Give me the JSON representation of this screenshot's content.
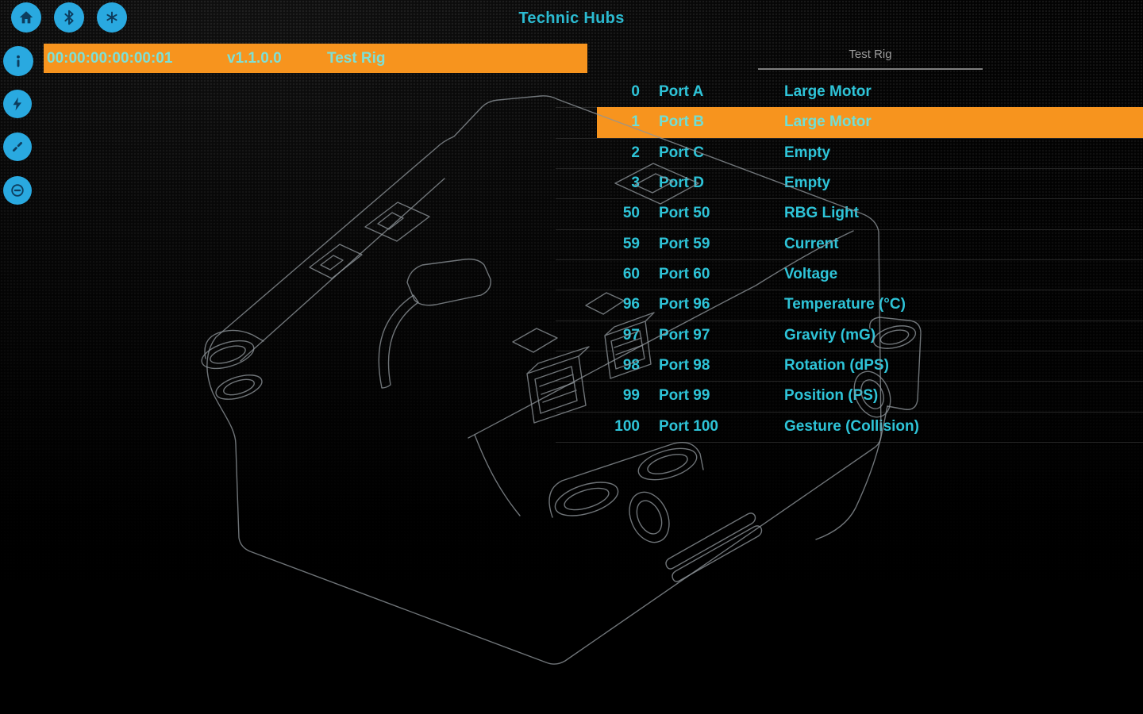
{
  "title": "Technic Hubs",
  "topbar": {
    "icons": [
      {
        "name": "home-icon"
      },
      {
        "name": "bluetooth-icon"
      },
      {
        "name": "settings-icon"
      }
    ]
  },
  "device_banner": {
    "mac": "00:00:00:00:00:01",
    "version": "v1.1.0.0",
    "name": "Test Rig"
  },
  "sidebar": {
    "icons": [
      {
        "name": "info-icon"
      },
      {
        "name": "power-bolt-icon"
      },
      {
        "name": "wrench-icon"
      },
      {
        "name": "disconnect-minus-icon"
      }
    ]
  },
  "hub_panel": {
    "header": "Test Rig",
    "ports": [
      {
        "id": "0",
        "label": "Port A",
        "value": "Large Motor",
        "selected": false
      },
      {
        "id": "1",
        "label": "Port B",
        "value": "Large Motor",
        "selected": true
      },
      {
        "id": "2",
        "label": "Port C",
        "value": "Empty",
        "selected": false
      },
      {
        "id": "3",
        "label": "Port D",
        "value": "Empty",
        "selected": false
      },
      {
        "id": "50",
        "label": "Port 50",
        "value": "RBG Light",
        "selected": false
      },
      {
        "id": "59",
        "label": "Port 59",
        "value": "Current",
        "selected": false
      },
      {
        "id": "60",
        "label": "Port 60",
        "value": "Voltage",
        "selected": false
      },
      {
        "id": "96",
        "label": "Port 96",
        "value": "Temperature (°C)",
        "selected": false
      },
      {
        "id": "97",
        "label": "Port 97",
        "value": "Gravity (mG)",
        "selected": false
      },
      {
        "id": "98",
        "label": "Port 98",
        "value": "Rotation (dPS)",
        "selected": false
      },
      {
        "id": "99",
        "label": "Port 99",
        "value": "Position (PS)",
        "selected": false
      },
      {
        "id": "100",
        "label": "Port 100",
        "value": "Gesture (Collision)",
        "selected": false
      }
    ]
  },
  "colors": {
    "accent_orange": "#f7941e",
    "text_cyan": "#2ec4d8",
    "text_on_orange": "#7de0d6",
    "icon_circle_blue": "#29a9e0",
    "icon_glyph_navy": "#0d3d5e",
    "header_gray": "#9d9d9d",
    "wireframe_gray": "#8e959a",
    "background": "#030303"
  }
}
